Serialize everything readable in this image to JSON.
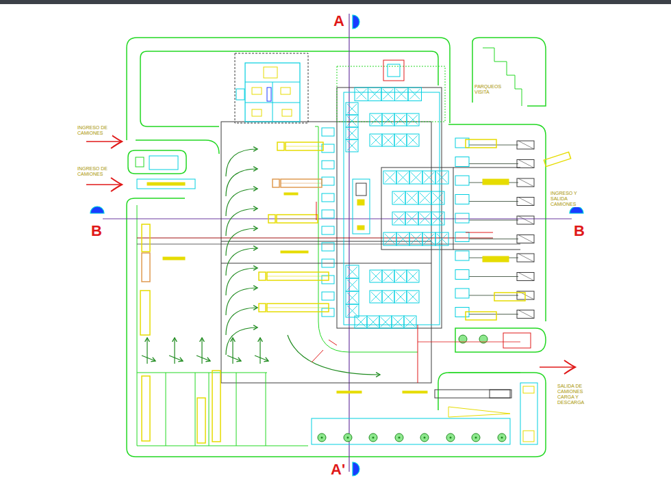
{
  "diagram": {
    "labels": [
      "A",
      "PARQUEOS VISITA",
      "INGRESO DE CAMIONES",
      "INGRESO DE CAMIONES",
      "INGRESO Y SALIDA CAMIONES",
      "B",
      "B",
      "SALIDA DE CAMIONES CARGA Y DESCARGA",
      "A'"
    ]
  }
}
